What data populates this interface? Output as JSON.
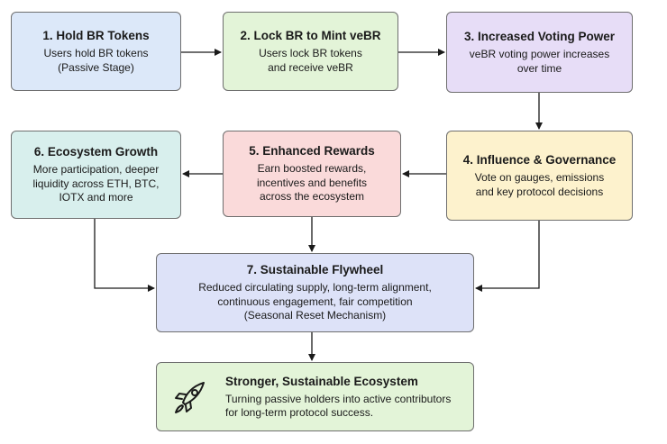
{
  "steps": [
    {
      "title": "1. Hold BR Tokens",
      "lines": [
        "Users hold BR tokens",
        "(Passive Stage)"
      ]
    },
    {
      "title": "2. Lock BR to Mint veBR",
      "lines": [
        "Users lock BR tokens",
        "and receive veBR"
      ]
    },
    {
      "title": "3. Increased Voting Power",
      "lines": [
        "veBR voting power increases",
        "over time"
      ]
    },
    {
      "title": "4. Influence & Governance",
      "lines": [
        "Vote on gauges, emissions",
        "and key protocol decisions"
      ]
    },
    {
      "title": "5. Enhanced Rewards",
      "lines": [
        "Earn boosted rewards,",
        "incentives and benefits",
        "across the ecosystem"
      ]
    },
    {
      "title": "6. Ecosystem Growth",
      "lines": [
        "More participation, deeper",
        "liquidity across ETH, BTC,",
        "IOTX and more"
      ]
    },
    {
      "title": "7. Sustainable Flywheel",
      "lines": [
        "Reduced circulating supply, long-term alignment,",
        "continuous engagement, fair competition",
        "(Seasonal Reset Mechanism)"
      ]
    }
  ],
  "outcome": {
    "title": "Stronger, Sustainable Ecosystem",
    "lines": [
      "Turning passive holders into active contributors",
      "for long-term protocol success."
    ],
    "icon": "rocket-icon"
  },
  "colors": {
    "step1": "#dce8f9",
    "step2": "#e3f4d8",
    "step3": "#e7ddf7",
    "step4": "#fdf2cd",
    "step5": "#fadada",
    "step6": "#d8efed",
    "step7": "#dde2f8",
    "outcome": "#e3f4d8",
    "border": "#6f6f6f"
  }
}
